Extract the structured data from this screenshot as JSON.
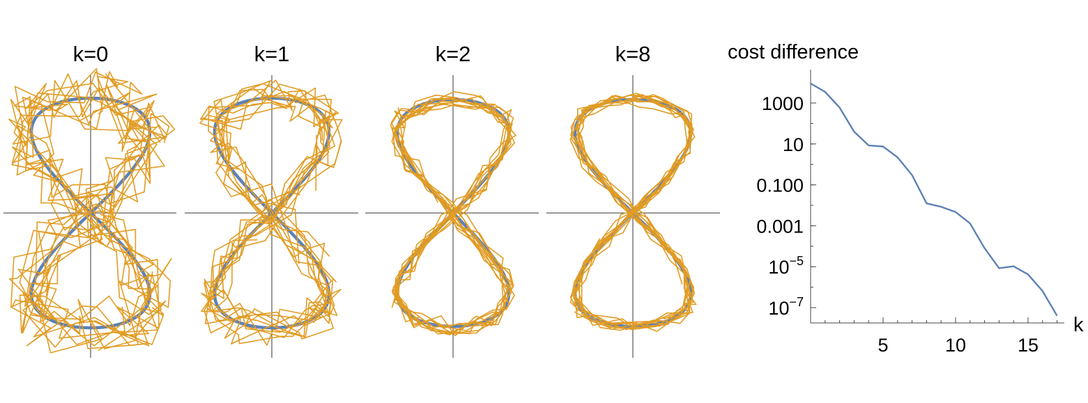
{
  "chart_data": [
    {
      "type": "line",
      "title": "k=0",
      "series": [
        {
          "name": "",
          "color": "#5E81B5",
          "shape": "figure-eight",
          "x_range": [
            -1,
            1
          ],
          "y_range": [
            -1,
            1
          ]
        },
        {
          "name": "",
          "color": "#E19C24",
          "shape": "noisy sample trajectories",
          "count": 10,
          "noise_level": 0.5
        }
      ]
    },
    {
      "type": "line",
      "title": "k=1",
      "series": [
        {
          "name": "",
          "color": "#5E81B5",
          "shape": "figure-eight",
          "x_range": [
            -1,
            1
          ],
          "y_range": [
            -1,
            1
          ]
        },
        {
          "name": "",
          "color": "#E19C24",
          "shape": "noisy sample trajectories",
          "count": 10,
          "noise_level": 0.3
        }
      ]
    },
    {
      "type": "line",
      "title": "k=2",
      "series": [
        {
          "name": "",
          "color": "#5E81B5",
          "shape": "figure-eight",
          "x_range": [
            -1,
            1
          ],
          "y_range": [
            -1,
            1
          ]
        },
        {
          "name": "",
          "color": "#E19C24",
          "shape": "noisy sample trajectories",
          "count": 10,
          "noise_level": 0.15
        }
      ]
    },
    {
      "type": "line",
      "title": "k=8",
      "series": [
        {
          "name": "",
          "color": "#5E81B5",
          "shape": "figure-eight",
          "x_range": [
            -1,
            1
          ],
          "y_range": [
            -1,
            1
          ]
        },
        {
          "name": "",
          "color": "#E19C24",
          "shape": "noisy sample trajectories",
          "count": 10,
          "noise_level": 0.12
        }
      ]
    },
    {
      "type": "line",
      "title": "",
      "ylabel": "cost difference",
      "xlabel": "k",
      "yscale": "log",
      "xlim": [
        0,
        17.5
      ],
      "ylim": [
        1e-08,
        30000
      ],
      "x_ticks": [
        5,
        10,
        15
      ],
      "y_ticks": [
        {
          "value": 1000,
          "label": "1000",
          "exp": ""
        },
        {
          "value": 10,
          "label": "10",
          "exp": ""
        },
        {
          "value": 0.1,
          "label": "0.100",
          "exp": ""
        },
        {
          "value": 0.001,
          "label": "0.001",
          "exp": ""
        },
        {
          "value": 1e-05,
          "label": "10",
          "exp": "−5"
        },
        {
          "value": 1e-07,
          "label": "10",
          "exp": "−7"
        }
      ],
      "series": [
        {
          "name": "",
          "color": "#5E81B5",
          "x": [
            0,
            1,
            2,
            3,
            4,
            5,
            6,
            7,
            8,
            9,
            10,
            11,
            12,
            13,
            14,
            15,
            16,
            17
          ],
          "y": [
            9000,
            3500,
            600,
            40,
            8.5,
            7.5,
            2.2,
            0.3,
            0.0125,
            0.0085,
            0.0047,
            0.0013,
            8e-05,
            8.5e-06,
            1.05e-05,
            4.2e-06,
            6.5e-07,
            4e-08
          ]
        }
      ]
    }
  ]
}
